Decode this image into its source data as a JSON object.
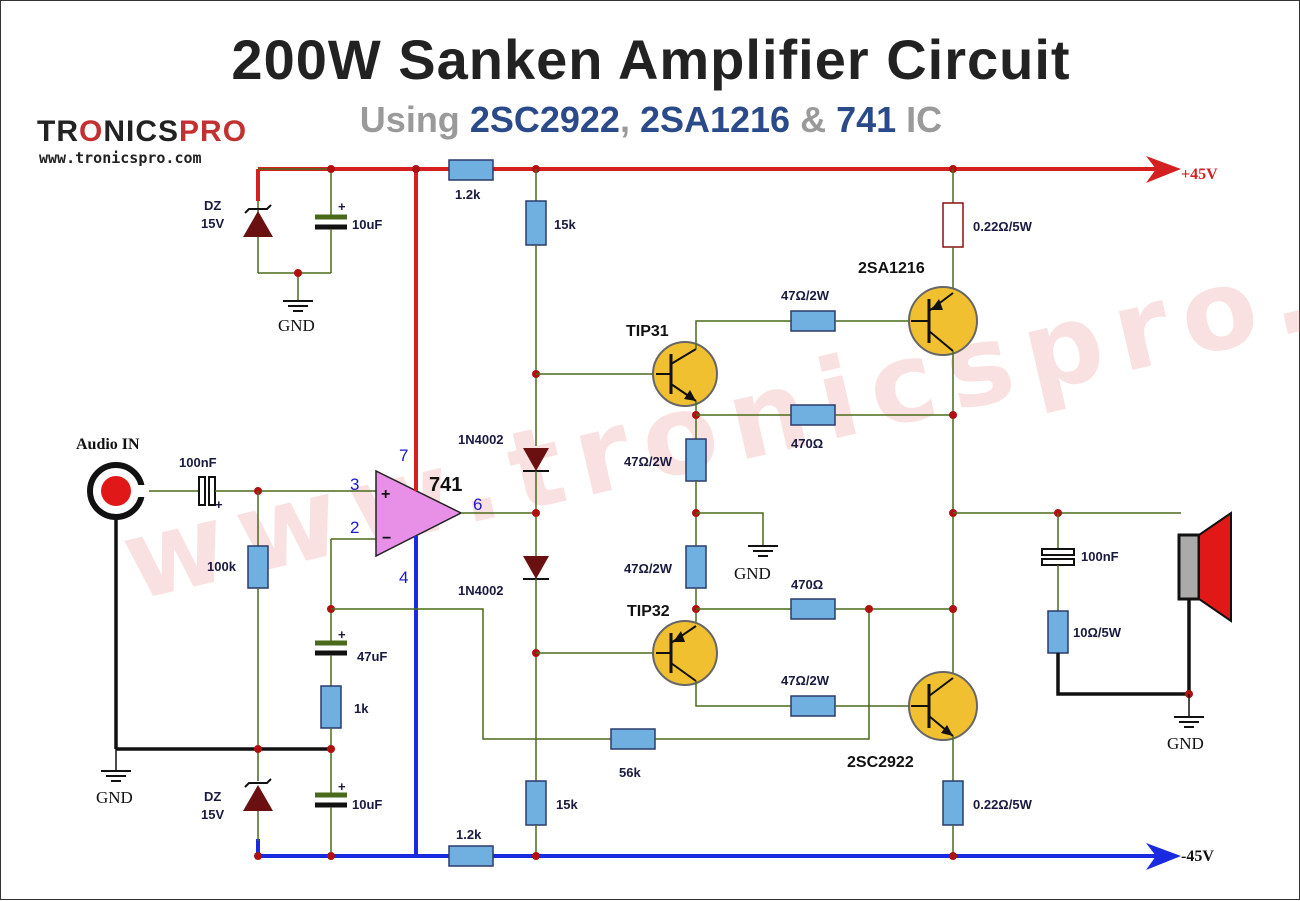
{
  "title": "200W Sanken Amplifier Circuit",
  "subtitle": {
    "prefix": "Using ",
    "t1": "2SC2922",
    "sep1": ", ",
    "t2": "2SA1216",
    "sep2": " & ",
    "t3": "741",
    "suffix": " IC"
  },
  "logo": {
    "part1": "TR",
    "part2": "O",
    "part3": "NICS",
    "part4": "PRO",
    "website": "www.tronicspro.com"
  },
  "watermark": "www.tronicspro.com",
  "rails": {
    "positive": "+45V",
    "negative": "-45V"
  },
  "input": {
    "label": "Audio IN"
  },
  "opamp": {
    "name": "741",
    "pin_plus": "3",
    "pin_minus": "2",
    "pin_out": "6",
    "pin_vplus": "7",
    "pin_vminus": "4",
    "plus_sign": "+",
    "minus_sign": "−"
  },
  "components": {
    "dz_top": "DZ",
    "dz_top_v": "15V",
    "c_top": "10uF",
    "dz_bot": "DZ",
    "dz_bot_v": "15V",
    "c_bot": "10uF",
    "r_top_rail": "1.2k",
    "r_bot_rail": "1.2k",
    "c_in": "100nF",
    "r_in": "100k",
    "c_fb": "47uF",
    "r_fb": "1k",
    "r_fb_long": "56k",
    "r_bias_top": "15k",
    "r_bias_bot": "15k",
    "d1": "1N4002",
    "d2": "1N4002",
    "q_tip31": "TIP31",
    "q_tip32": "TIP32",
    "q_2sa1216": "2SA1216",
    "q_2sc2922": "2SC2922",
    "r_b_top": "47Ω/2W",
    "r_b_bot": "47Ω/2W",
    "r_mid_top": "47Ω/2W",
    "r_mid_bot": "47Ω/2W",
    "r_470_top": "470Ω",
    "r_470_bot": "470Ω",
    "r_e_top": "0.22Ω/5W",
    "r_e_bot": "0.22Ω/5W",
    "c_zob": "100nF",
    "r_zob": "10Ω/5W"
  },
  "gnd": "GND",
  "colors": {
    "positive_rail": "#d42020",
    "negative_rail": "#1a2ae0",
    "signal_wire": "#4a6a1a",
    "ground_wire": "#111111",
    "transistor": "#f0c030",
    "opamp": "#e890e8",
    "resistor": "#6fb0e0"
  }
}
